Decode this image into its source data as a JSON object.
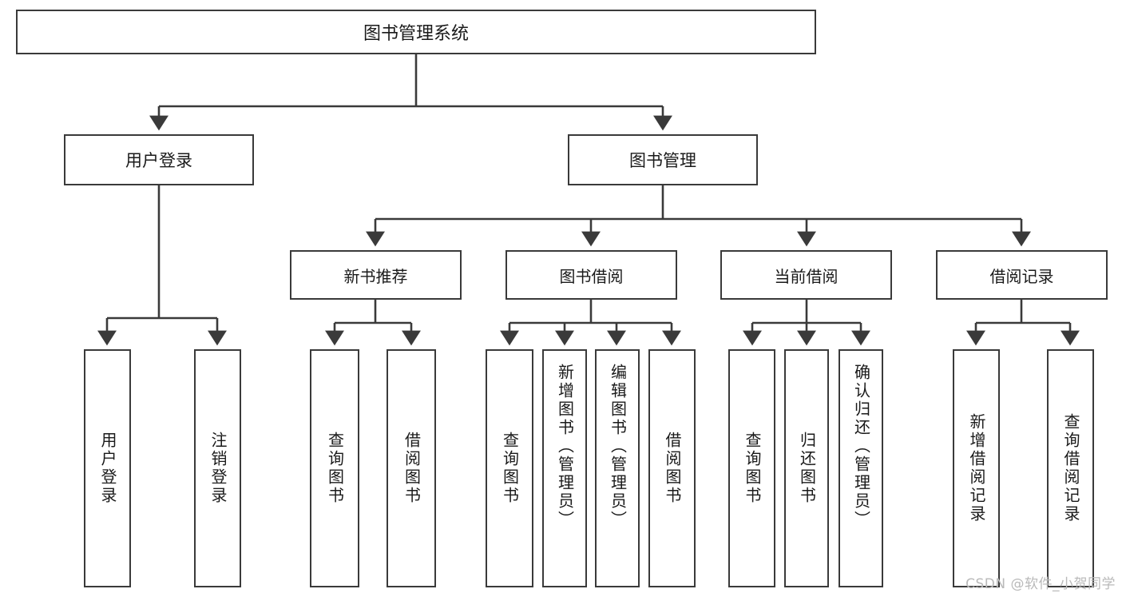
{
  "diagram": {
    "type": "tree",
    "title": "图书管理系统",
    "watermark": "CSDN @软件_小贺同学",
    "colors": {
      "border": "#3a3a3a",
      "background": "#ffffff",
      "text": "#1a1a1a",
      "watermark": "#b9b9b9"
    },
    "nodes": {
      "root": {
        "label": "图书管理系统",
        "level": 1
      },
      "n_user_login": {
        "label": "用户登录",
        "level": 2
      },
      "n_book_manage": {
        "label": "图书管理",
        "level": 2
      },
      "n_new_book_rec": {
        "label": "新书推荐",
        "level": 3
      },
      "n_book_borrow": {
        "label": "图书借阅",
        "level": 3
      },
      "n_current_borrow": {
        "label": "当前借阅",
        "level": 3
      },
      "n_borrow_record": {
        "label": "借阅记录",
        "level": 3
      },
      "l_user_login": {
        "label": "用户登录",
        "level": 4
      },
      "l_user_logout": {
        "label": "注销登录",
        "level": 4
      },
      "l_query_book_1": {
        "label": "查询图书",
        "level": 4
      },
      "l_borrow_book_1": {
        "label": "借阅图书",
        "level": 4
      },
      "l_query_book_2": {
        "label": "查询图书",
        "level": 4
      },
      "l_add_book": {
        "label": "新增图书（管理员）",
        "level": 4
      },
      "l_edit_book": {
        "label": "编辑图书（管理员）",
        "level": 4
      },
      "l_borrow_book_2": {
        "label": "借阅图书",
        "level": 4
      },
      "l_query_book_3": {
        "label": "查询图书",
        "level": 4
      },
      "l_return_book": {
        "label": "归还图书",
        "level": 4
      },
      "l_confirm_return": {
        "label": "确认归还（管理员）",
        "level": 4
      },
      "l_add_record": {
        "label": "新增借阅记录",
        "level": 4
      },
      "l_query_record": {
        "label": "查询借阅记录",
        "level": 4
      }
    },
    "edges": [
      {
        "from": "root",
        "to": "n_user_login"
      },
      {
        "from": "root",
        "to": "n_book_manage"
      },
      {
        "from": "n_user_login",
        "to": "l_user_login"
      },
      {
        "from": "n_user_login",
        "to": "l_user_logout"
      },
      {
        "from": "n_book_manage",
        "to": "n_new_book_rec"
      },
      {
        "from": "n_book_manage",
        "to": "n_book_borrow"
      },
      {
        "from": "n_book_manage",
        "to": "n_current_borrow"
      },
      {
        "from": "n_book_manage",
        "to": "n_borrow_record"
      },
      {
        "from": "n_new_book_rec",
        "to": "l_query_book_1"
      },
      {
        "from": "n_new_book_rec",
        "to": "l_borrow_book_1"
      },
      {
        "from": "n_book_borrow",
        "to": "l_query_book_2"
      },
      {
        "from": "n_book_borrow",
        "to": "l_add_book"
      },
      {
        "from": "n_book_borrow",
        "to": "l_edit_book"
      },
      {
        "from": "n_book_borrow",
        "to": "l_borrow_book_2"
      },
      {
        "from": "n_current_borrow",
        "to": "l_query_book_3"
      },
      {
        "from": "n_current_borrow",
        "to": "l_return_book"
      },
      {
        "from": "n_current_borrow",
        "to": "l_confirm_return"
      },
      {
        "from": "n_borrow_record",
        "to": "l_add_record"
      },
      {
        "from": "n_borrow_record",
        "to": "l_query_record"
      }
    ]
  }
}
